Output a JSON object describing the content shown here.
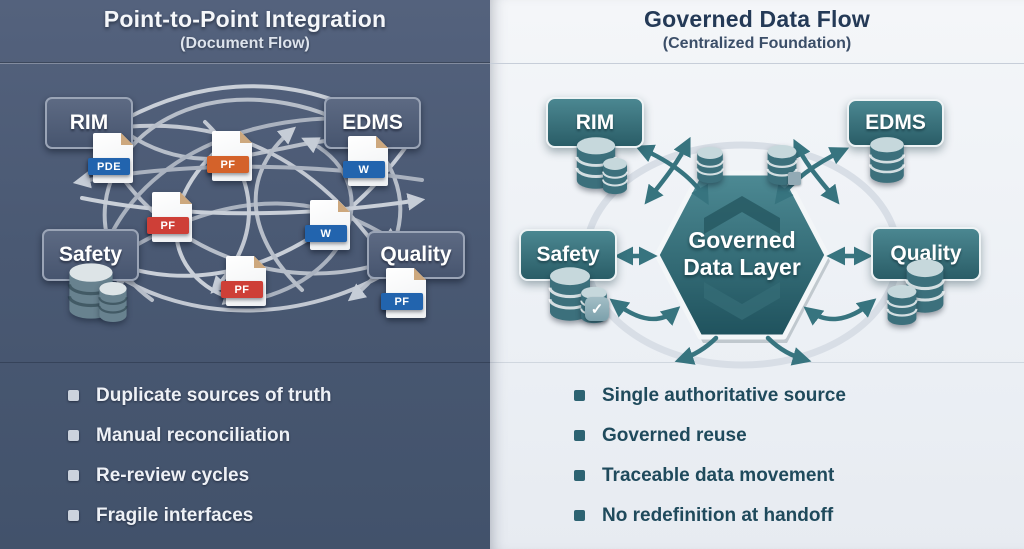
{
  "left_panel": {
    "title": "Point-to-Point Integration",
    "subtitle": "(Document Flow)",
    "nodes": {
      "rim": "RIM",
      "edms": "EDMS",
      "safety": "Safety",
      "quality": "Quality"
    },
    "docs": [
      {
        "name": "pde-document",
        "label": "PDE",
        "banner_color": "#2264ae"
      },
      {
        "name": "pf-document-orange",
        "label": "PF",
        "banner_color": "#d4622a"
      },
      {
        "name": "w-document-edms",
        "label": "W",
        "banner_color": "#2264ae"
      },
      {
        "name": "pf-document-red-1",
        "label": "PF",
        "banner_color": "#ce3f37"
      },
      {
        "name": "w-document-center",
        "label": "W",
        "banner_color": "#2264ae"
      },
      {
        "name": "pf-document-red-2",
        "label": "PF",
        "banner_color": "#ce3f37"
      },
      {
        "name": "pf-document-quality",
        "label": "PF",
        "banner_color": "#2264ae"
      }
    ],
    "bullets": [
      "Duplicate sources of truth",
      "Manual reconciliation",
      "Re-review cycles",
      "Fragile interfaces"
    ],
    "colors": {
      "background": "#4a5973",
      "arrows": "#bfc6d0",
      "node_border": "#9aa4b6"
    }
  },
  "right_panel": {
    "title": "Governed Data Flow",
    "subtitle": "(Centralized Foundation)",
    "nodes": {
      "rim": "RIM",
      "edms": "EDMS",
      "safety": "Safety",
      "quality": "Quality"
    },
    "hub": {
      "line1": "Governed",
      "line2": "Data Layer"
    },
    "bullets": [
      "Single authoritative source",
      "Governed reuse",
      "Traceable data movement",
      "No redefinition at handoff"
    ],
    "colors": {
      "background": "#eff2f6",
      "accent_teal": "#35707b",
      "arrows": "#37747f",
      "title_text": "#243a57"
    }
  }
}
